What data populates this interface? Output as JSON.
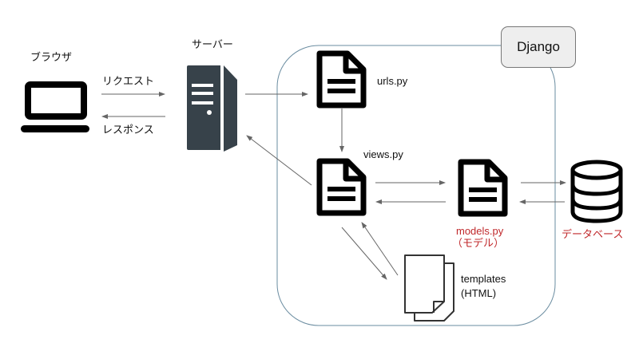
{
  "browser": {
    "label": "ブラウザ",
    "icon": "laptop-icon"
  },
  "server": {
    "label": "サーバー",
    "icon": "server-icon"
  },
  "request_label": "リクエスト",
  "response_label": "レスポンス",
  "django": {
    "label": "Django",
    "border_color": "#6a8ca0"
  },
  "files": {
    "urls": {
      "label": "urls.py",
      "icon": "document-icon"
    },
    "views": {
      "label": "views.py",
      "icon": "document-icon"
    },
    "models": {
      "label": "models.py",
      "sublabel": "（モデル）",
      "icon": "document-icon"
    },
    "templates": {
      "label": "templates",
      "sublabel": "(HTML)",
      "icon": "documents-icon"
    }
  },
  "database": {
    "label": "データベース",
    "icon": "database-icon"
  },
  "colors": {
    "highlight": "#c0282b",
    "icon": "#000000",
    "server": "#37424a",
    "arrow": "#666666"
  }
}
